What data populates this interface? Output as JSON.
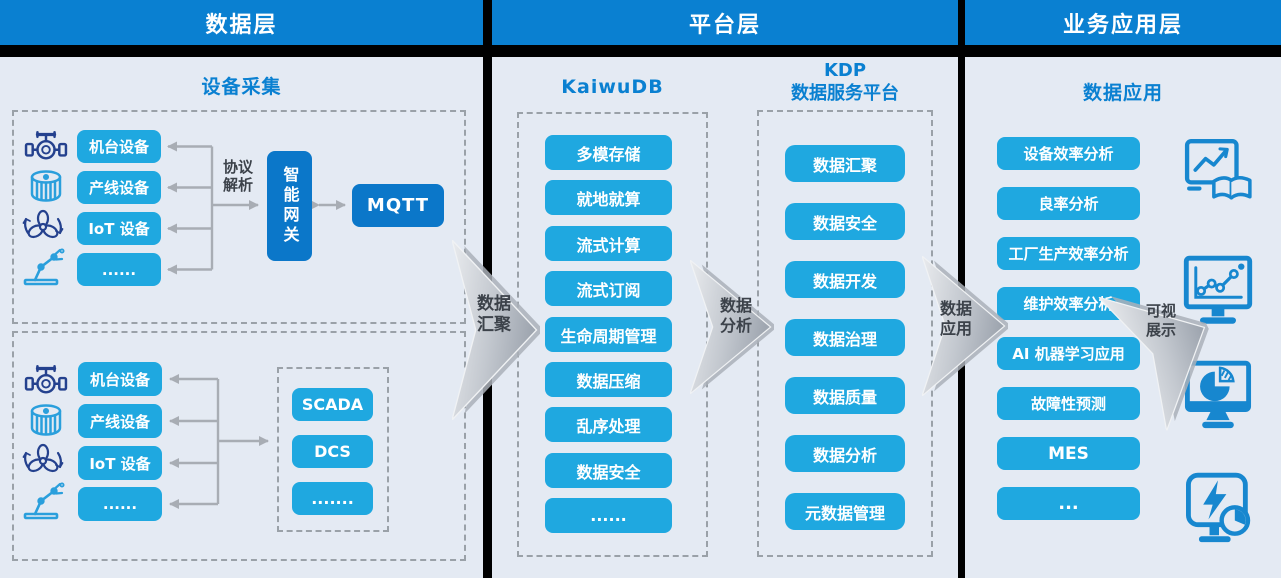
{
  "layers": [
    {
      "title": "数据层",
      "section_title": "设备采集",
      "top_group": {
        "devices": [
          "机台设备",
          "产线设备",
          "IoT 设备",
          "......"
        ],
        "protocol_line1": "协议",
        "protocol_line2": "解析",
        "gateway_label": "智能网关",
        "mqtt_label": "MQTT"
      },
      "bottom_group": {
        "devices": [
          "机台设备",
          "产线设备",
          "IoT 设备",
          "......"
        ],
        "systems": [
          "SCADA",
          "DCS",
          "......."
        ]
      },
      "device_icons": [
        "valve-icon",
        "drum-icon",
        "fan-icon",
        "robot-arm-icon"
      ]
    },
    {
      "title": "平台层",
      "kaiwudb": {
        "title": "KaiwuDB",
        "items": [
          "多模存储",
          "就地就算",
          "流式计算",
          "流式订阅",
          "生命周期管理",
          "数据压缩",
          "乱序处理",
          "数据安全",
          "......"
        ]
      },
      "kdp": {
        "title_line1": "KDP",
        "title_line2": "数据服务平台",
        "items": [
          "数据汇聚",
          "数据安全",
          "数据开发",
          "数据治理",
          "数据质量",
          "数据分析",
          "元数据管理"
        ]
      }
    },
    {
      "title": "业务应用层",
      "section_title": "数据应用",
      "items": [
        "设备效率分析",
        "良率分析",
        "工厂生产效率分析",
        "维护效率分析",
        "AI 机器学习应用",
        "故障性预测",
        "MES",
        "..."
      ],
      "app_icons": [
        "dashboard-book-icon",
        "trend-monitor-icon",
        "pie-monitor-icon",
        "energy-monitor-icon"
      ]
    }
  ],
  "flow_labels": [
    {
      "line1": "数据",
      "line2": "汇聚"
    },
    {
      "line1": "数据",
      "line2": "分析"
    },
    {
      "line1": "数据",
      "line2": "应用"
    },
    {
      "line1": "可视",
      "line2": "展示"
    }
  ],
  "colors": {
    "header_blue": "#0a80d1",
    "item_blue": "#1fa8e0",
    "deep_blue": "#0b77c9",
    "panel_bg": "#e4eaf3",
    "page_bg": "#000000",
    "icon_blue": "#1787cf",
    "dashed_gray": "#9aa1a8",
    "arrow_gray": "#a8adb4"
  }
}
